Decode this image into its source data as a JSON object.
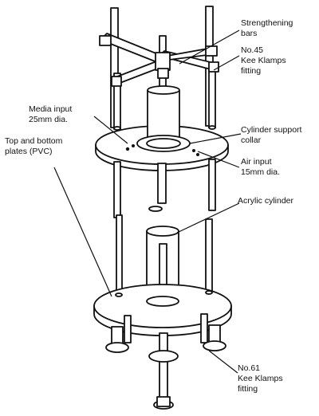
{
  "labels": {
    "strengthening_bars": [
      "Strengthening",
      "bars"
    ],
    "top_fitting": [
      "No.45",
      "Kee Klamps",
      "fitting"
    ],
    "media_input": [
      "Media input",
      "25mm dia."
    ],
    "top_bottom_plates": [
      "Top and bottom",
      "plates (PVC)"
    ],
    "support_collar": [
      "Cylinder support",
      "collar"
    ],
    "air_input": [
      "Air input",
      "15mm dia."
    ],
    "acrylic_cylinder": [
      "Acrylic cylinder"
    ],
    "bottom_fitting": [
      "No.61",
      "Kee Klamps",
      "fitting"
    ]
  }
}
